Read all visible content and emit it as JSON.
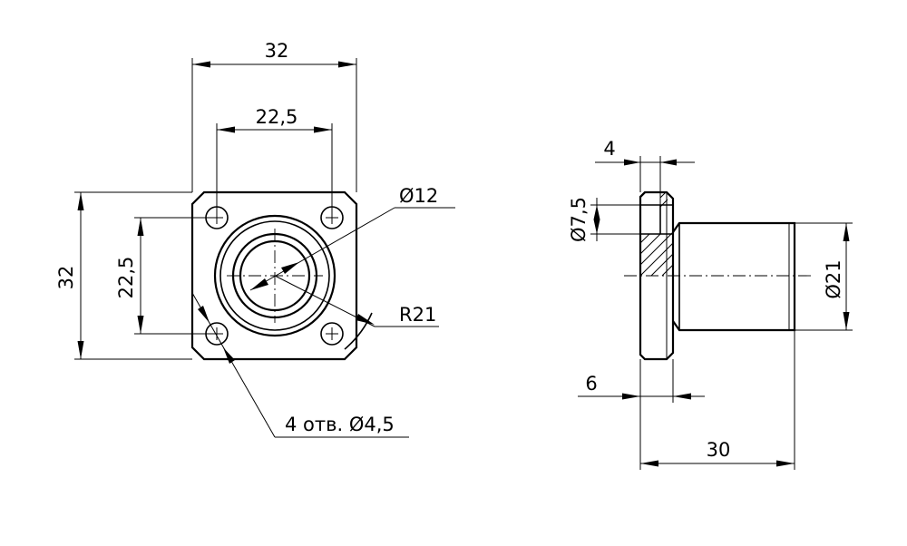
{
  "front_view": {
    "dim_width_outer": "32",
    "dim_width_holes": "22,5",
    "dim_height_outer": "32",
    "dim_height_holes": "22,5",
    "dim_bore_diameter": "Ø12",
    "dim_radius": "R21",
    "dim_holes_note": "4 отв. Ø4,5"
  },
  "side_view": {
    "dim_flange_thickness": "4",
    "dim_collar_diameter": "Ø7,5",
    "dim_body_diameter": "Ø21",
    "dim_step_length": "6",
    "dim_total_length": "30"
  }
}
